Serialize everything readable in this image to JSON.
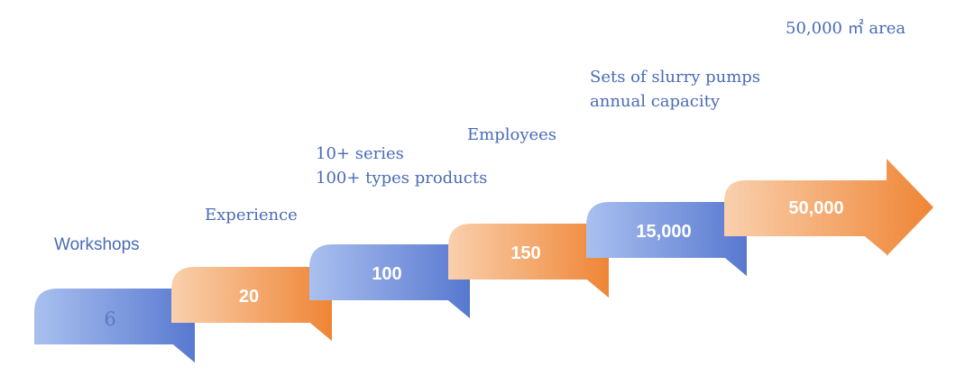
{
  "steps": [
    {
      "value": "6",
      "caption": [
        "Workshops"
      ],
      "color": "blue"
    },
    {
      "value": "20",
      "caption": [
        "Experience"
      ],
      "color": "orange"
    },
    {
      "value": "100",
      "caption": [
        "10+ series",
        "100+ types products"
      ],
      "color": "blue"
    },
    {
      "value": "150",
      "caption": [
        "Employees"
      ],
      "color": "orange"
    },
    {
      "value": "15,000",
      "caption": [
        "Sets of slurry pumps",
        "annual capacity"
      ],
      "color": "blue"
    },
    {
      "value": "50,000",
      "caption": [
        "50,000 ㎡ area"
      ],
      "color": "orange"
    }
  ],
  "colors": {
    "blue_light": "#9db5ea",
    "blue": "#5d7fd4",
    "blue_fold": "#3a5fb8",
    "orange_light": "#f8c7a0",
    "orange": "#f08a3c",
    "orange_fold": "#c4621b",
    "caption": "#4a6bb8",
    "value_text": "#ffffff"
  }
}
